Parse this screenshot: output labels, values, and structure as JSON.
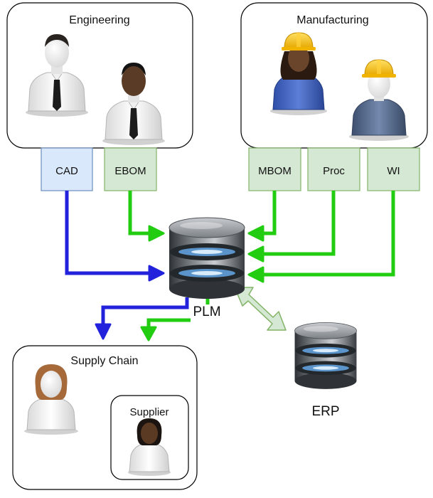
{
  "groups": {
    "engineering": "Engineering",
    "manufacturing": "Manufacturing",
    "supply_chain": "Supply Chain",
    "supplier": "Supplier"
  },
  "artifacts": {
    "cad": "CAD",
    "ebom": "EBOM",
    "mbom": "MBOM",
    "proc": "Proc",
    "wi": "WI"
  },
  "systems": {
    "plm": "PLM",
    "erp": "ERP"
  },
  "colors": {
    "blue_flow": "#2222dd",
    "green_flow": "#22cc11",
    "cad_fill": "#dae8fc",
    "cad_stroke": "#6c8ebf",
    "green_fill": "#d5e8d4",
    "green_stroke": "#82b366",
    "sync_fill": "#d5e8d4"
  },
  "icons": {
    "engineers": "male-office-worker-icon",
    "manufacturing_workers": "hard-hat-worker-icon",
    "supply_chain_person": "female-worker-icon",
    "supplier_person": "female-professional-icon",
    "plm_store": "database-icon",
    "erp_store": "database-icon",
    "plm_erp_link": "bidirectional-arrow-icon"
  }
}
